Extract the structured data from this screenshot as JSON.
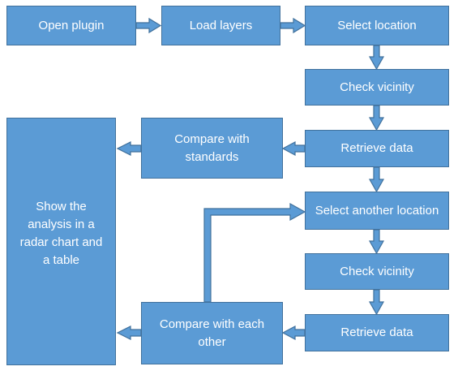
{
  "diagram": {
    "type": "flowchart",
    "box_color": "#5b9bd5",
    "border_color": "#41719c",
    "text_color": "#ffffff",
    "nodes": {
      "open_plugin": "Open plugin",
      "load_layers": "Load layers",
      "select_location": "Select location",
      "check_vicinity_1": "Check vicinity",
      "retrieve_data_1": "Retrieve data",
      "compare_standards": "Compare with\nstandards",
      "show_analysis": "Show the\nanalysis in a\nradar chart and\na table",
      "select_another_location": "Select another location",
      "check_vicinity_2": "Check vicinity",
      "retrieve_data_2": "Retrieve data",
      "compare_each_other": "Compare with each\nother"
    }
  }
}
